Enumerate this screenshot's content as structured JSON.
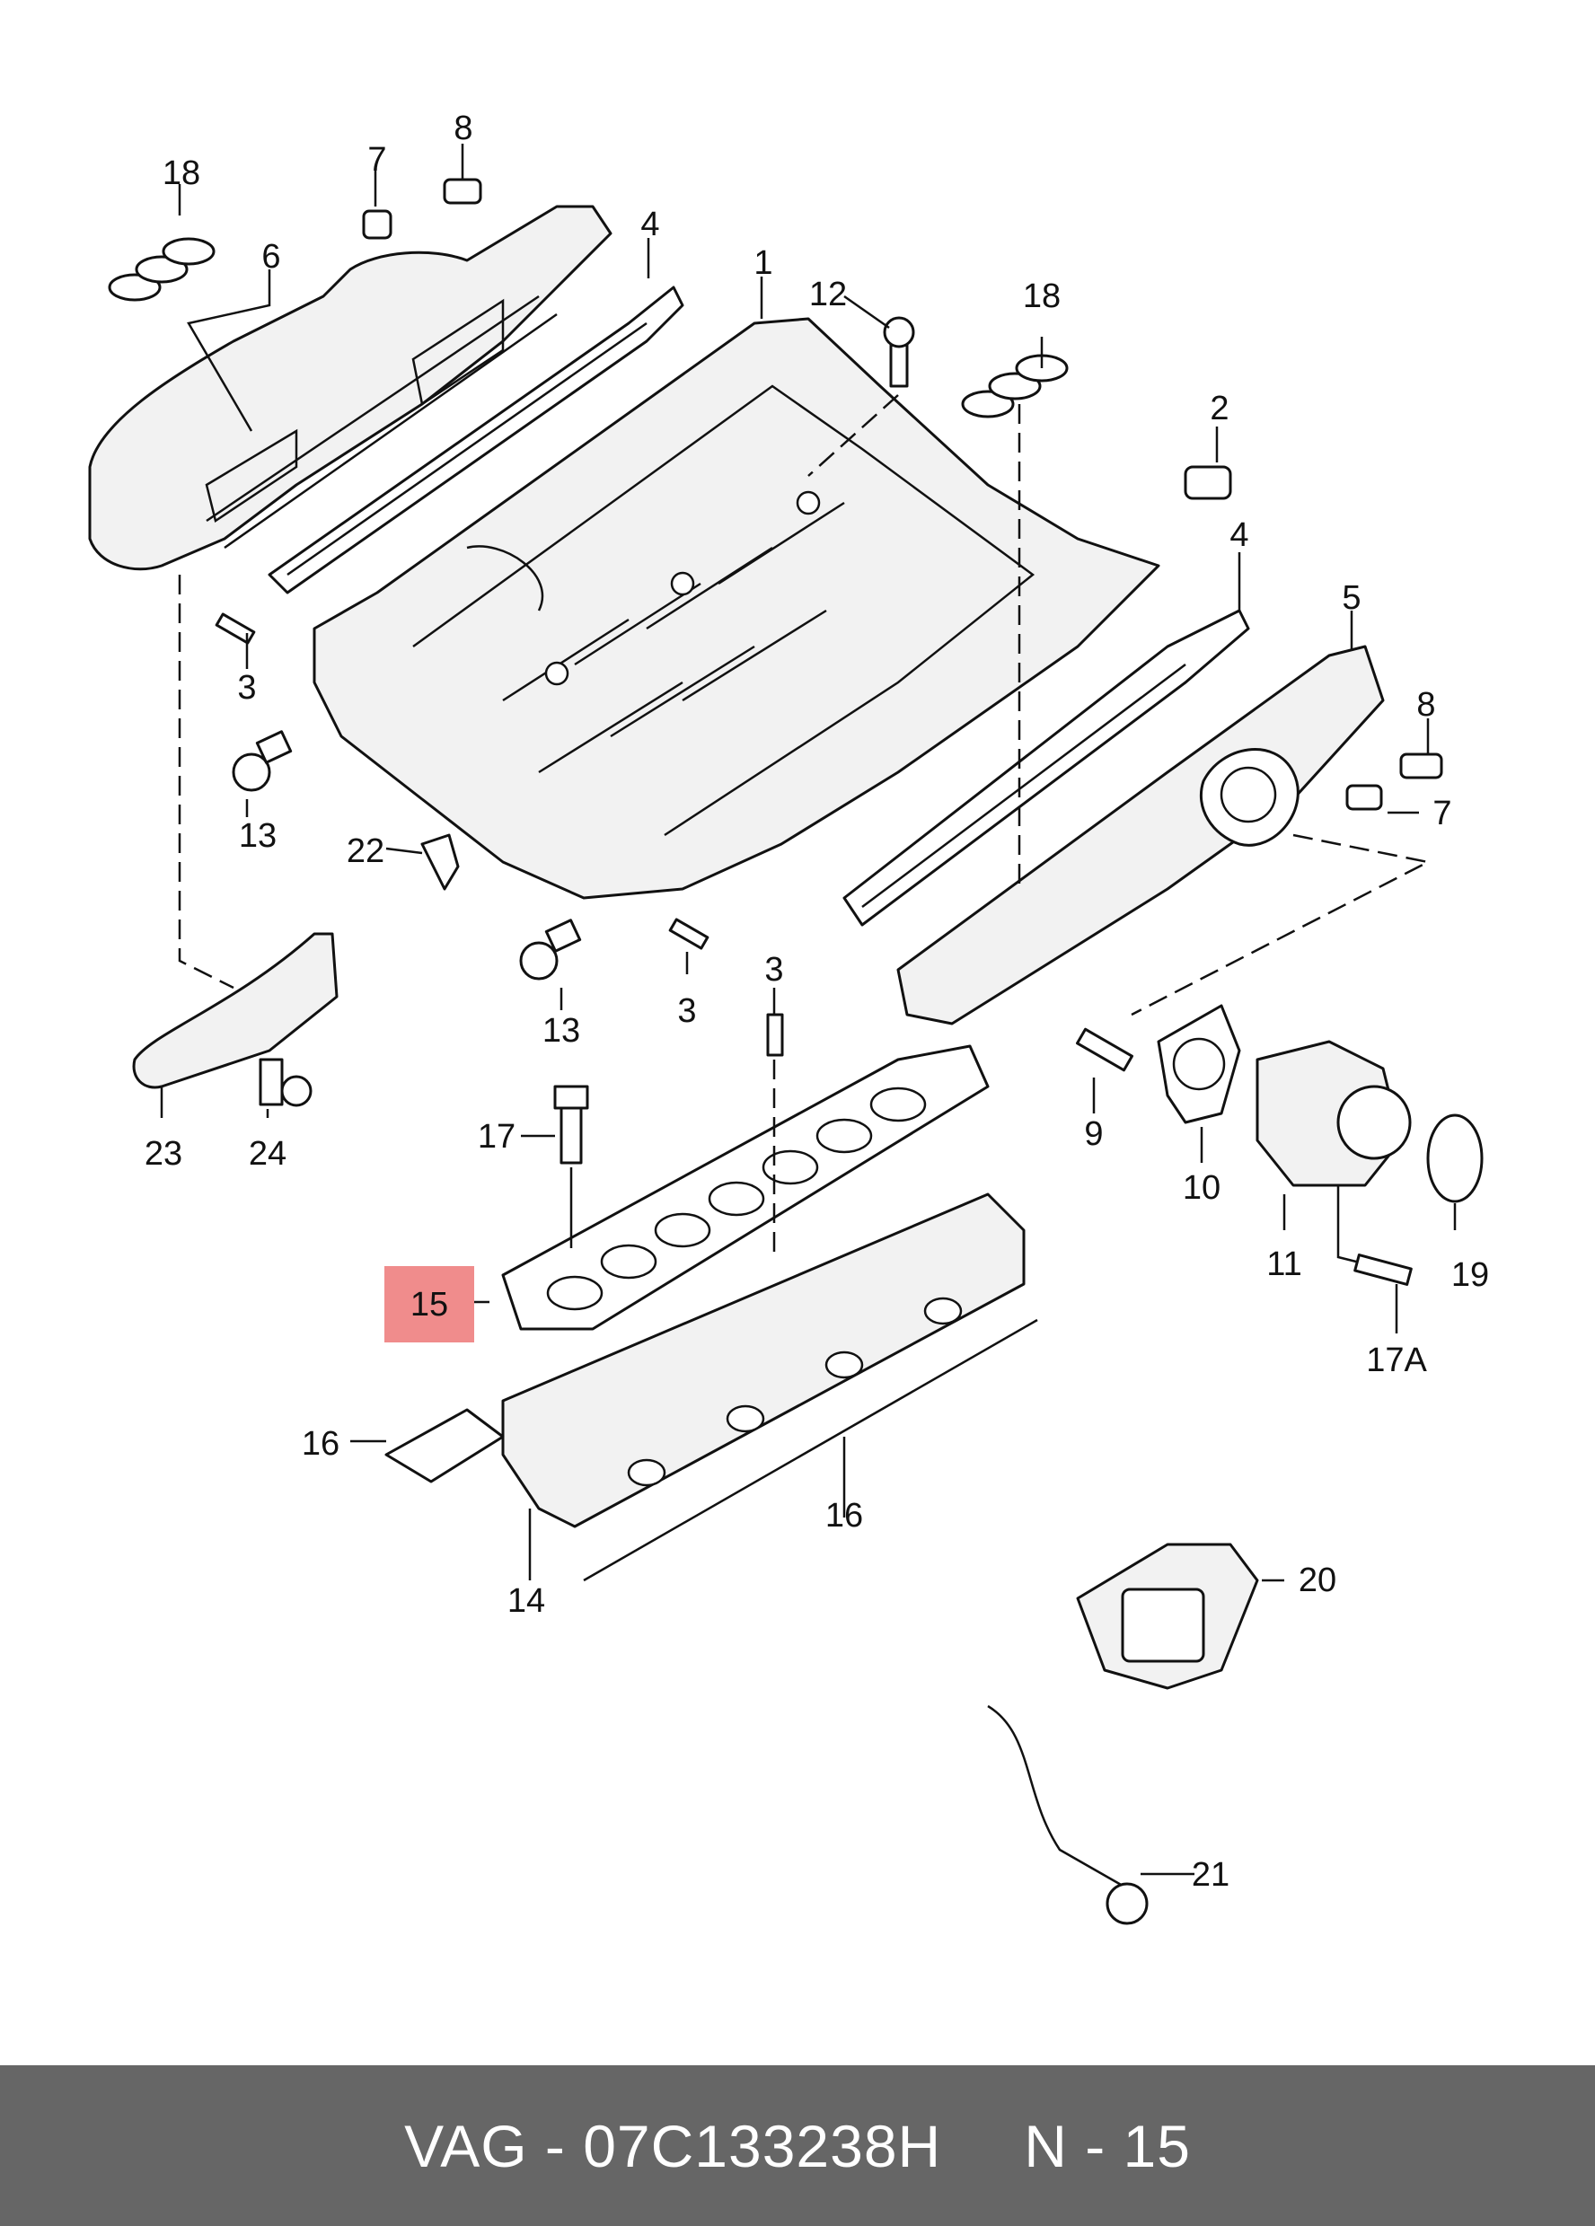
{
  "callouts": {
    "c1": "1",
    "c2": "2",
    "c3a": "3",
    "c3b": "3",
    "c3c": "3",
    "c4a": "4",
    "c4b": "4",
    "c5": "5",
    "c6": "6",
    "c7a": "7",
    "c7b": "7",
    "c8a": "8",
    "c8b": "8",
    "c9": "9",
    "c10": "10",
    "c11": "11",
    "c12": "12",
    "c13a": "13",
    "c13b": "13",
    "c14": "14",
    "c15": "15",
    "c16a": "16",
    "c16b": "16",
    "c17": "17",
    "c17a": "17A",
    "c18a": "18",
    "c18b": "18",
    "c19": "19",
    "c20": "20",
    "c21": "21",
    "c22": "22",
    "c23": "23",
    "c24": "24"
  },
  "highlight_color": "#f08c8c",
  "footer": {
    "part_number": "VAG - 07C133238H",
    "position": "N - 15"
  },
  "footer_color": "#666666"
}
